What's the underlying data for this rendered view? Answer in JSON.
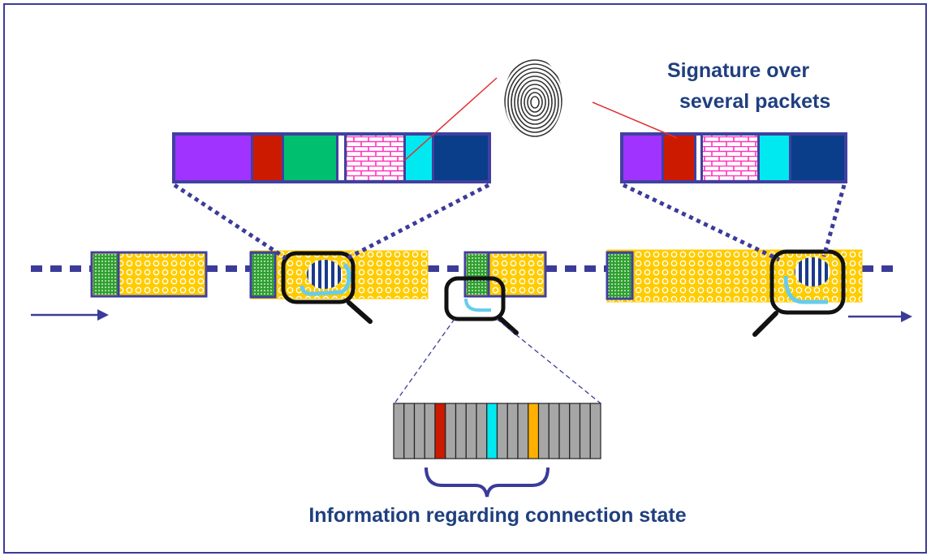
{
  "labels": {
    "signature": [
      "Signature over",
      "several packets"
    ],
    "caption": "Information regarding connection state"
  },
  "colors": {
    "border": "#3b3b9a",
    "text": "#1f3f7f",
    "purple": "#a033ff",
    "red": "#cc1a00",
    "green": "#00c070",
    "pink": "#ff33bb",
    "cyan": "#00e8f0",
    "navy": "#0a3d8a",
    "yellow": "#ffcc00",
    "gray": "#a6a6a6",
    "orange": "#ffb000",
    "lightblue": "#66ccee"
  },
  "icons": [
    "fingerprint-icon",
    "magnifier-icon"
  ]
}
